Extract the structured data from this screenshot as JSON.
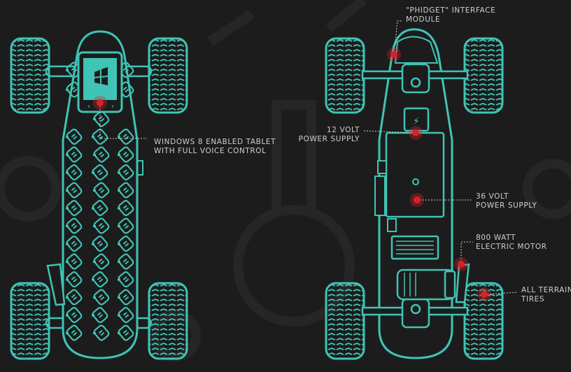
{
  "colors": {
    "background": "#1c1c1c",
    "outline": "#3fc4b6",
    "marker": "#d9202a",
    "text": "#cfcfcf"
  },
  "tablet": {
    "logo": "windows-logo",
    "nav_left": "‹",
    "nav_right": "›"
  },
  "callouts": [
    {
      "id": "tablet",
      "lines": [
        "WINDOWS 8 ENABLED TABLET",
        "WITH FULL VOICE CONTROL"
      ]
    },
    {
      "id": "phidget",
      "lines": [
        "\"PHIDGET\" INTERFACE",
        "MODULE"
      ]
    },
    {
      "id": "psu12",
      "lines": [
        "12 VOLT",
        "POWER SUPPLY"
      ]
    },
    {
      "id": "psu36",
      "lines": [
        "36 VOLT",
        "POWER SUPPLY"
      ]
    },
    {
      "id": "motor",
      "lines": [
        "800 WATT",
        "ELECTRIC  MOTOR"
      ]
    },
    {
      "id": "tires",
      "lines": [
        "ALL TERRAIN",
        "TIRES"
      ]
    }
  ]
}
